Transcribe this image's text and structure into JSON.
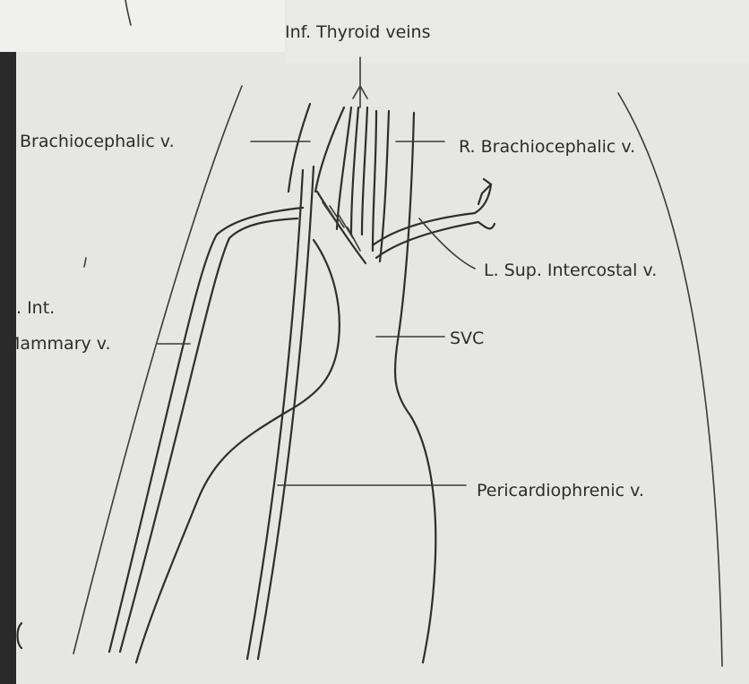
{
  "labels": {
    "inf_thyroid": "Inf. Thyroid veins",
    "l_brachio": "Brachiocephalic v.",
    "r_brachio": "R. Brachiocephalic v.",
    "l_sup_intercostal": "L. Sup. Intercostal v.",
    "int_line1": ". Int.",
    "int_line2": "Mammary v.",
    "svc": "SVC",
    "pericardiophrenic": "Pericardiophrenic v."
  },
  "colors": {
    "paper": "#e6e6e4",
    "ink": "#2c2c2c",
    "frame": "#2a2a2a"
  }
}
